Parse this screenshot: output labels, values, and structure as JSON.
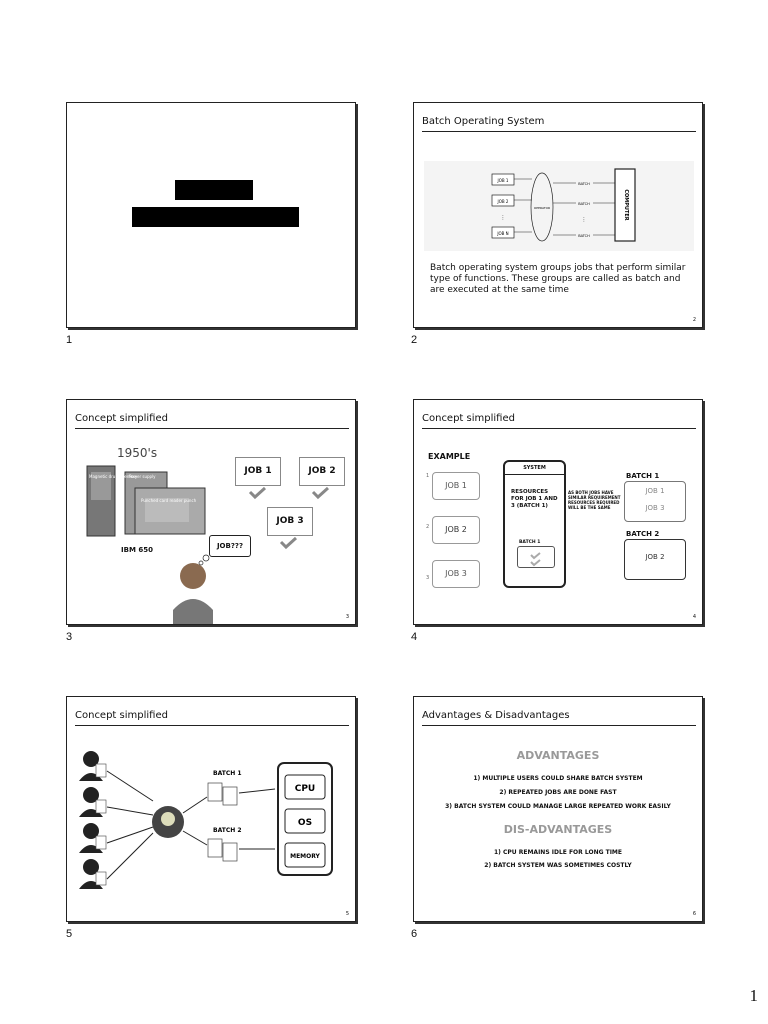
{
  "slides": [
    {
      "label": "1"
    },
    {
      "label": "2",
      "title": "Batch Operating System",
      "number": "2",
      "diagram": {
        "jobs": [
          "JOB 1",
          "JOB 2",
          "JOB N"
        ],
        "operator": "OPERATOR",
        "batches": [
          "BATCH",
          "BATCH",
          "BATCH"
        ],
        "computer": "COMPUTER"
      },
      "body": "Batch operating system groups jobs that perform similar type of functions. These groups are called as batch and are executed at the same time"
    },
    {
      "label": "3",
      "title": "Concept simplified",
      "number": "3",
      "era": "1950's",
      "machine_labels": [
        "Magnetic drum memory",
        "Power supply",
        "Punched card reader punch"
      ],
      "machine": "IBM 650",
      "jobs": [
        "JOB 1",
        "JOB 2",
        "JOB 3"
      ],
      "bubble": "JOB???"
    },
    {
      "label": "4",
      "title": "Concept simplified",
      "number": "4",
      "example": "EXAMPLE",
      "jobs": [
        "JOB 1",
        "JOB 2",
        "JOB 3"
      ],
      "job_numbers": [
        "1",
        "2",
        "3"
      ],
      "system": "SYSTEM",
      "resources": "RESOURCES FOR JOB 1 AND 3 (BATCH 1)",
      "note": "AS BOTH JOBS HAVE SIMILAR REQUIREMENT RESOURCES REQUIRED WILL BE THE SAME",
      "inner_batch": "BATCH 1",
      "batch1": "BATCH 1",
      "batch1_jobs": [
        "JOB 1",
        "JOB 3"
      ],
      "batch2": "BATCH 2",
      "batch2_jobs": [
        "JOB 2"
      ]
    },
    {
      "label": "5",
      "title": "Concept simplified",
      "number": "5",
      "batch1": "BATCH 1",
      "batch2": "BATCH 2",
      "cpu": "CPU",
      "os": "OS",
      "memory": "MEMORY"
    },
    {
      "label": "6",
      "title": "Advantages & Disadvantages",
      "number": "6",
      "adv_heading": "ADVANTAGES",
      "advantages": [
        "1) MULTIPLE USERS COULD SHARE BATCH SYSTEM",
        "2) REPEATED JOBS ARE DONE FAST",
        "3) BATCH SYSTEM COULD MANAGE LARGE REPEATED WORK EASILY"
      ],
      "dis_heading": "DIS-ADVANTAGES",
      "disadvantages": [
        "1) CPU REMAINS IDLE FOR LONG TIME",
        "2) BATCH SYSTEM WAS SOMETIMES COSTLY"
      ]
    }
  ],
  "page_number": "1"
}
